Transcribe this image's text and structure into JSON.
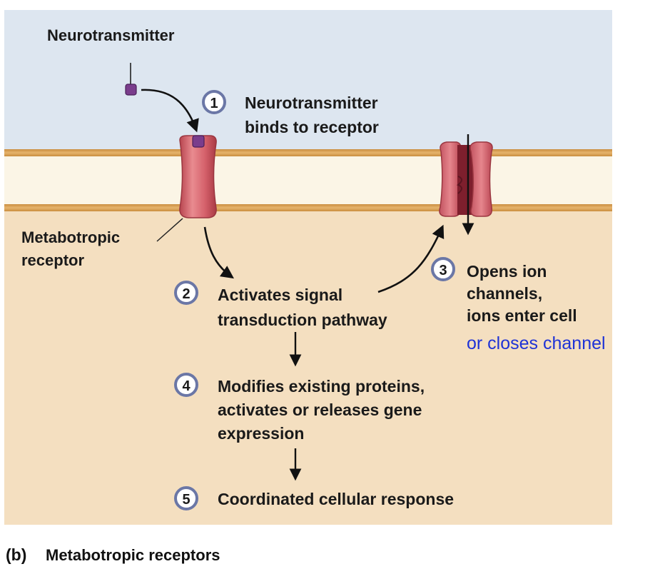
{
  "labels": {
    "neurotransmitter": "Neurotransmitter",
    "metabotropic_line1": "Metabotropic",
    "metabotropic_line2": "receptor"
  },
  "steps": [
    {
      "num": "1",
      "lines": [
        "Neurotransmitter",
        "binds to receptor"
      ]
    },
    {
      "num": "2",
      "lines": [
        "Activates signal",
        "transduction pathway"
      ]
    },
    {
      "num": "3",
      "lines": [
        "Opens ion",
        "channels,",
        "ions enter cell"
      ]
    },
    {
      "num": "4",
      "lines": [
        "Modifies existing proteins,",
        "activates or releases gene",
        "expression"
      ]
    },
    {
      "num": "5",
      "lines": [
        "Coordinated cellular response"
      ]
    }
  ],
  "annotation": "or closes channel",
  "caption": {
    "part": "(b)",
    "title": "Metabotropic receptors"
  },
  "colors": {
    "extracellular": "#dde6f0",
    "intracellular": "#f4dfc0",
    "membrane_core": "#fbf6ea",
    "membrane_edge": "#d9a55a",
    "receptor": "#d2616a",
    "ligand": "#7a3d8c",
    "annotation_text": "#1f33d6"
  }
}
